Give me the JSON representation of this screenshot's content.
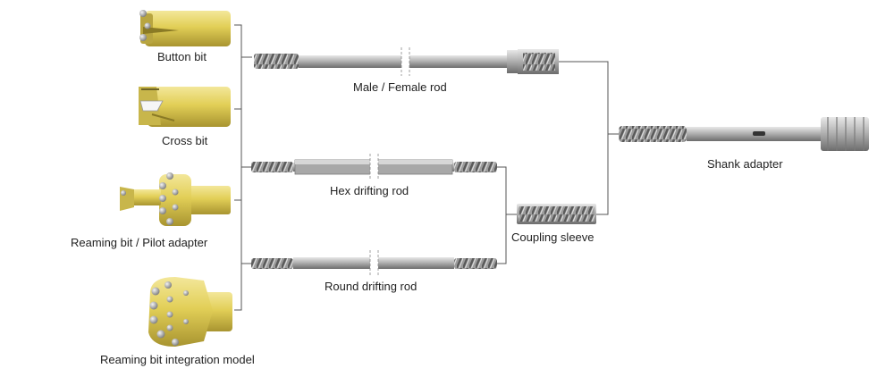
{
  "bits": {
    "button_bit": "Button bit",
    "cross_bit": "Cross bit",
    "reaming_bit_pilot": "Reaming bit / Pilot adapter",
    "reaming_bit_integration": "Reaming bit integration model"
  },
  "rods": {
    "male_female": "Male / Female rod",
    "hex_drifting": "Hex drifting rod",
    "round_drifting": "Round drifting rod"
  },
  "coupling_sleeve": "Coupling sleeve",
  "shank_adapter": "Shank adapter",
  "colors": {
    "bit_yellow": "#e2cf57",
    "bit_yellow_light": "#f3e79a",
    "bit_yellow_dark": "#a89430",
    "steel": "#a7a7a7",
    "steel_light": "#dedede",
    "steel_dark": "#6c6c6c",
    "connector_line": "#555555"
  }
}
